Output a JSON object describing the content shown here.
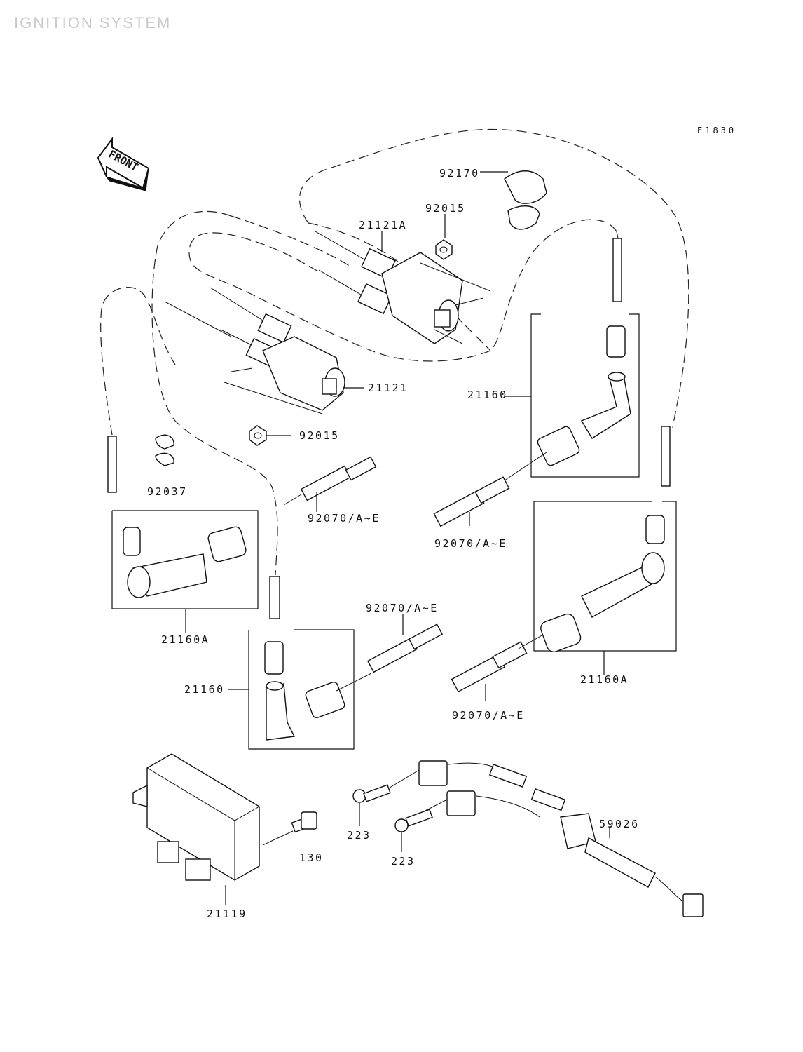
{
  "header": {
    "title": "IGNITION SYSTEM",
    "code": "E1830"
  },
  "front_label": "FRONT",
  "parts": {
    "p92170": "92170",
    "p92015_top": "92015",
    "p21121A": "21121A",
    "p21121": "21121",
    "p92015_mid": "92015",
    "p21160_right": "21160",
    "p92037": "92037",
    "p92070_a": "92070/A~E",
    "p92070_b": "92070/A~E",
    "p21160A_left": "21160A",
    "p92070_c": "92070/A~E",
    "p21160_left": "21160",
    "p92070_d": "92070/A~E",
    "p21160A_right": "21160A",
    "p59026": "59026",
    "p223_a": "223",
    "p223_b": "223",
    "p130": "130",
    "p21119": "21119"
  }
}
